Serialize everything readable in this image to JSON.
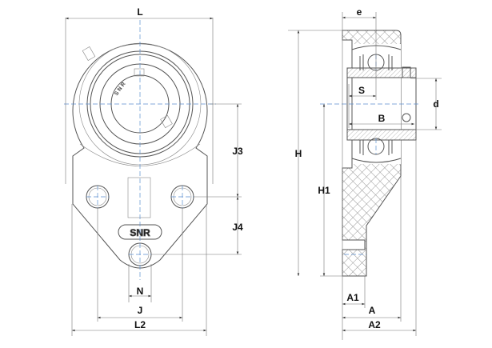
{
  "drawing": {
    "front_view": {
      "brand_badge": "SNR",
      "insert_marking": "S N R",
      "dimensions": {
        "L": "L",
        "L2": "L2",
        "J": "J",
        "N": "N",
        "J3": "J3",
        "J4": "J4"
      }
    },
    "side_view": {
      "dimensions": {
        "e": "e",
        "S": "S",
        "B": "B",
        "d": "d",
        "H": "H",
        "H1": "H1",
        "A1": "A1",
        "A": "A",
        "A2": "A2"
      }
    },
    "colors": {
      "outline": "#555555",
      "centerline": "#5b8fd0",
      "hatch": "#999999"
    }
  }
}
